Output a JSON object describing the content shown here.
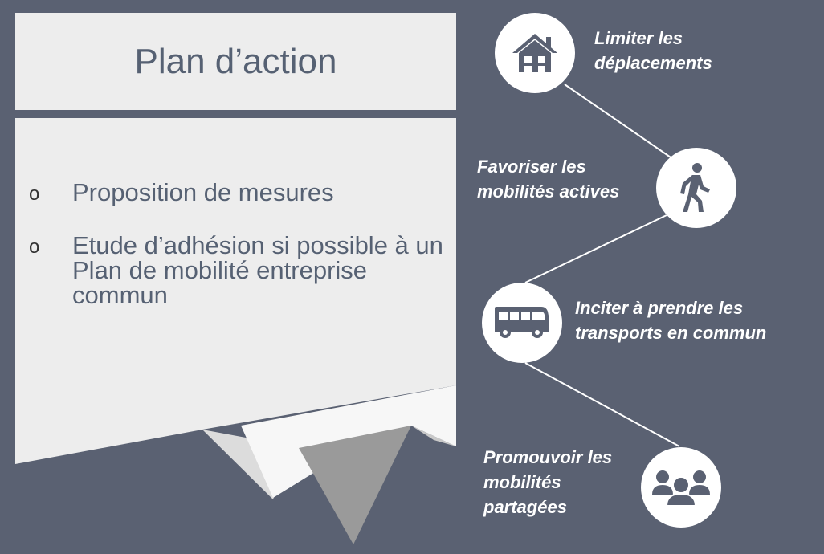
{
  "title": "Plan d’action",
  "bullet_marker": "o",
  "bullets": [
    "Proposition de mesures",
    "Etude d’adhésion si possible à un Plan de mobilité entreprise commun"
  ],
  "steps": [
    {
      "icon": "house-icon",
      "label": "Limiter les\ndéplacements"
    },
    {
      "icon": "walking-person-icon",
      "label": "Favoriser les\nmobilités actives"
    },
    {
      "icon": "bus-icon",
      "label": "Inciter à prendre les\ntransports en commun"
    },
    {
      "icon": "group-of-people-icon",
      "label": "Promouvoir les\nmobilités\npartagées"
    }
  ],
  "colors": {
    "background": "#5a6172",
    "panel": "#ededed",
    "title_text": "#566173",
    "label_text": "#ffffff"
  }
}
